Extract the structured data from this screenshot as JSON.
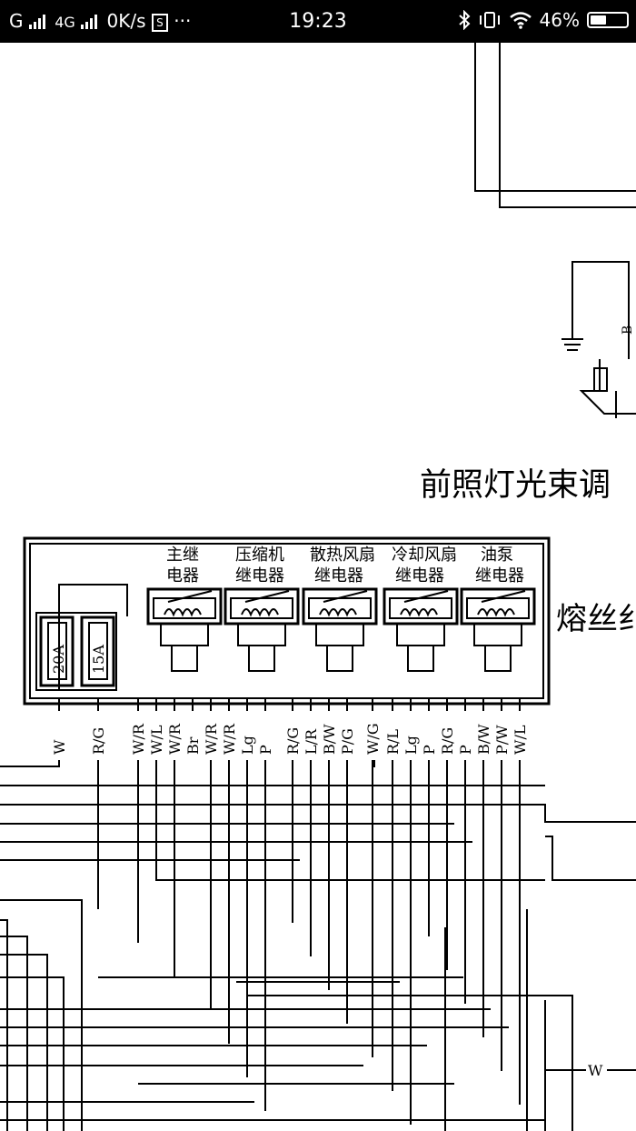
{
  "status_bar": {
    "carrier_1": "G",
    "carrier_2": "4G",
    "net_speed": "0K/s",
    "sim_badge": "S",
    "more": "···",
    "time": "19:23",
    "battery": "46%",
    "battery_level": 0.46,
    "icons": [
      "signal-icon",
      "sim-icon",
      "bluetooth-icon",
      "vibrate-icon",
      "wifi-icon",
      "battery-icon"
    ]
  },
  "diagram": {
    "headlight_label": "前照灯光束调",
    "fuse_box_label": "熔丝纟",
    "fuses": [
      "20A",
      "15A"
    ],
    "relays": [
      {
        "line1": "主继",
        "line2": "电器"
      },
      {
        "line1": "压缩机",
        "line2": "继电器"
      },
      {
        "line1": "散热风扇",
        "line2": "继电器"
      },
      {
        "line1": "冷却风扇",
        "line2": "继电器"
      },
      {
        "line1": "油泵",
        "line2": "继电器"
      }
    ],
    "terminals": [
      "W",
      "R/G",
      "W/R",
      "W/L",
      "W/R",
      "Br",
      "W/R",
      "W/R",
      "Lg",
      "P",
      "R/G",
      "L/R",
      "B/W",
      "P/G",
      "W/G",
      "R/L",
      "Lg",
      "P",
      "R/G",
      "P",
      "B/W",
      "P/W",
      "W/L"
    ],
    "ground_wire_label": "W",
    "b_label": "B"
  }
}
